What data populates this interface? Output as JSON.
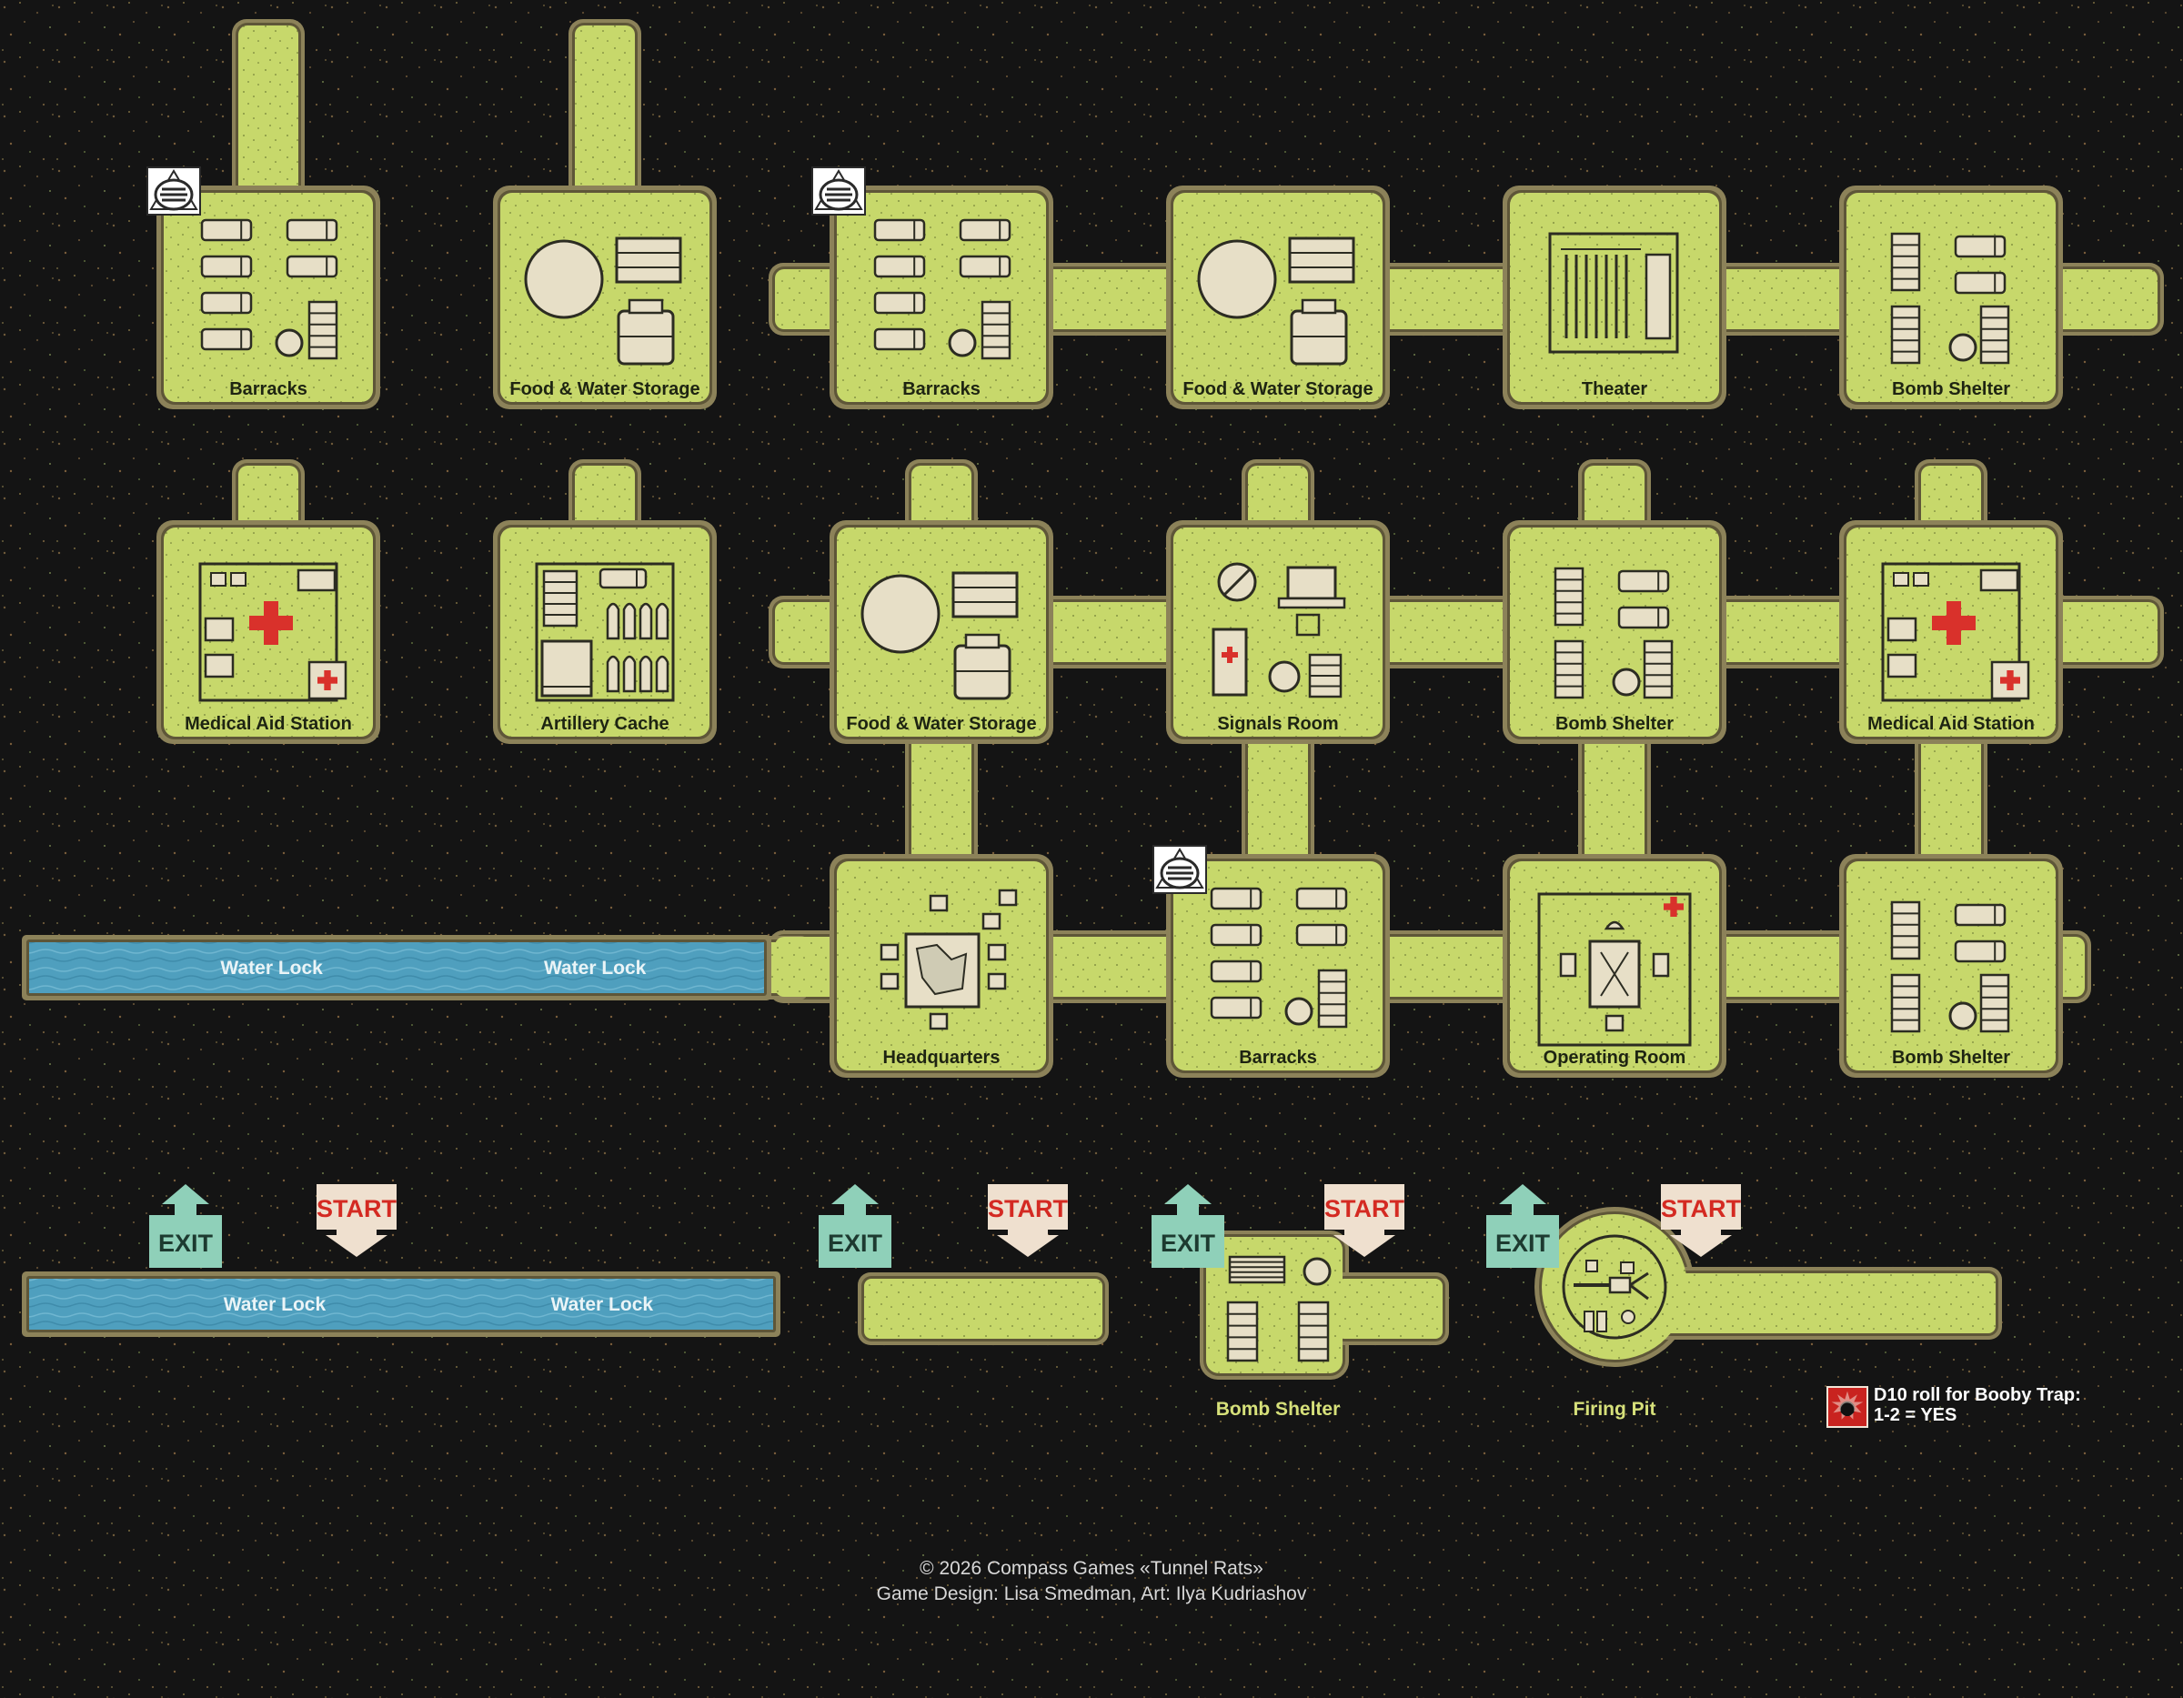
{
  "rooms": [
    {
      "label": "Barracks",
      "kind": "barracks"
    },
    {
      "label": "Food & Water Storage",
      "kind": "food"
    },
    {
      "label": "Barracks",
      "kind": "barracks"
    },
    {
      "label": "Food & Water Storage",
      "kind": "food"
    },
    {
      "label": "Theater",
      "kind": "theater"
    },
    {
      "label": "Bomb Shelter",
      "kind": "shelter"
    },
    {
      "label": "Medical Aid Station",
      "kind": "medical"
    },
    {
      "label": "Artillery Cache",
      "kind": "artillery"
    },
    {
      "label": "Food & Water Storage",
      "kind": "food"
    },
    {
      "label": "Signals Room",
      "kind": "signals"
    },
    {
      "label": "Bomb Shelter",
      "kind": "shelter"
    },
    {
      "label": "Medical Aid Station",
      "kind": "medical"
    },
    {
      "label": "Headquarters",
      "kind": "hq"
    },
    {
      "label": "Barracks",
      "kind": "barracks"
    },
    {
      "label": "Operating Room",
      "kind": "operating"
    },
    {
      "label": "Bomb Shelter",
      "kind": "shelter"
    }
  ],
  "water_locks": {
    "upper": [
      "Water Lock",
      "Water Lock"
    ],
    "lower": [
      "Water Lock",
      "Water Lock"
    ]
  },
  "entry_rooms": {
    "shelter": "Bomb Shelter",
    "firing_pit": "Firing Pit"
  },
  "signs": {
    "exit": "EXIT",
    "start": "START"
  },
  "booby_trap": {
    "line1": "D10 roll for Booby Trap:",
    "line2": "1-2 = YES"
  },
  "credits": {
    "line1": "© 2026  Compass  Games  «Tunnel Rats»",
    "line2": "Game Design: Lisa Smedman, Art: Ilya Kudriashov"
  },
  "colors": {
    "background": "#141414",
    "tunnel_floor": "#c7d86b",
    "tunnel_wall": "#8c8259",
    "water": "#4f9fbe",
    "exit_sign": "#8fd0b9",
    "start_sign": "#efe0cf",
    "start_text": "#d42a22",
    "medical_cross": "#d9312b"
  },
  "icons": [
    "trapdoor-icon",
    "cot-icon",
    "water-drum-icon",
    "crate-icon",
    "medical-cross-icon",
    "radio-icon",
    "satellite-dish-icon",
    "shell-icon",
    "map-table-icon",
    "lamp-icon",
    "booby-trap-icon"
  ]
}
